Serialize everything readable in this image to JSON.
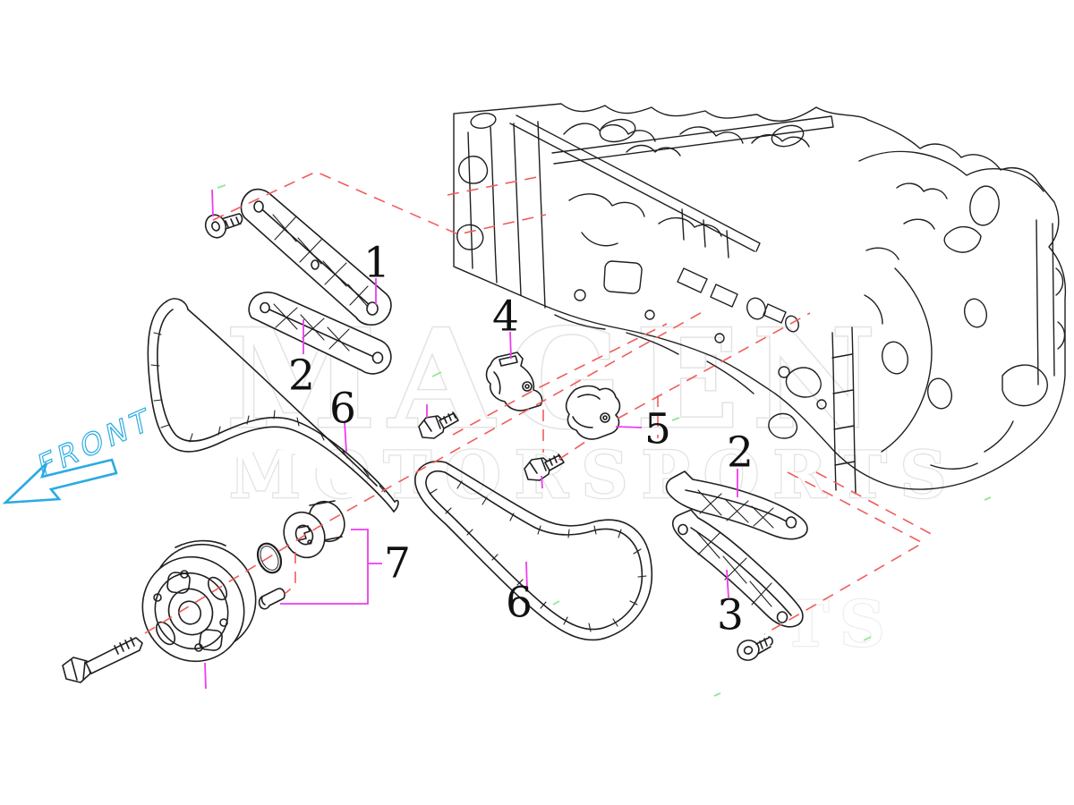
{
  "watermark": {
    "line1": "MAGEN",
    "line2": "MOTORSPORTS",
    "partial": "TS",
    "color": "#e3e3e3"
  },
  "front": {
    "label": "FRONT",
    "color": "#29abe2"
  },
  "callouts": {
    "c1": "1",
    "c2_left": "2",
    "c6_left": "6",
    "c4": "4",
    "c5": "5",
    "c2_right": "2",
    "c3": "3",
    "c6_bottom": "6",
    "c7": "7"
  },
  "colors": {
    "line_art": "#1f1f1f",
    "leader_magenta": "#ee3cee",
    "dashed_red": "#f25b5b",
    "front_cyan": "#29abe2",
    "accent_green": "#90e890",
    "background": "#ffffff"
  },
  "diagram_type": "exploded-parts-diagram-timing-chain"
}
